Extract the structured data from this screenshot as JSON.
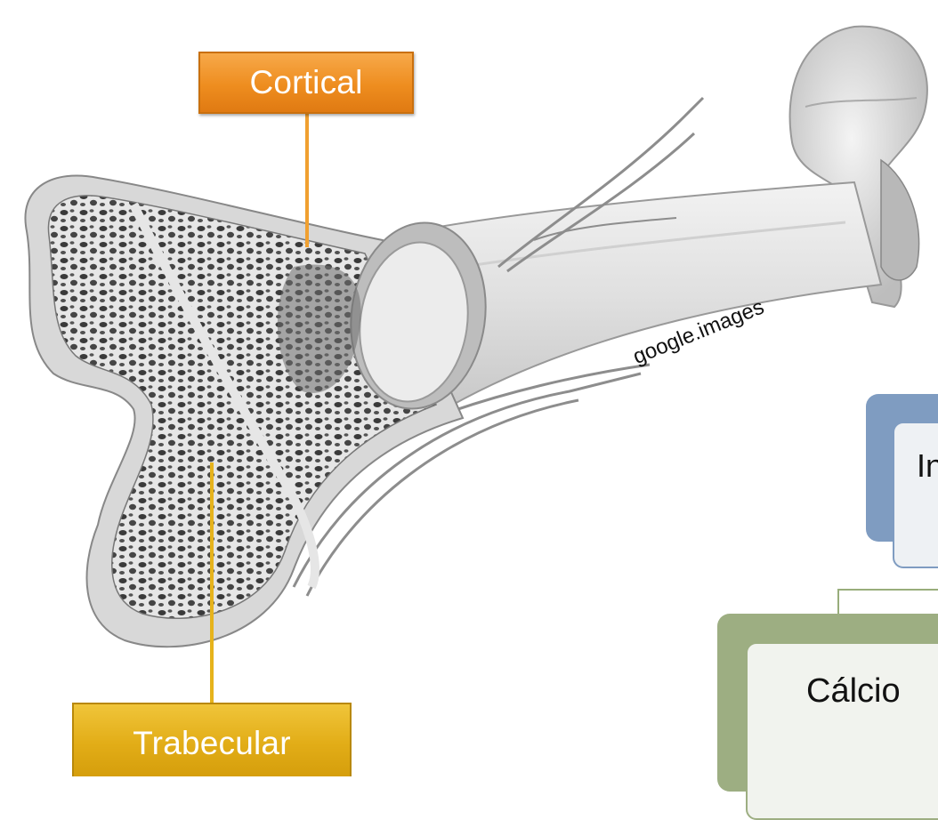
{
  "labels": {
    "cortical": "Cortical",
    "trabecular": "Trabecular"
  },
  "watermark": "google.images",
  "hierarchy": {
    "top_box_text": "In",
    "bottom_box_text": "Cálcio"
  },
  "colors": {
    "cortical_label": "#ee8d1f",
    "trabecular_label": "#e2ad17",
    "leader_line_orange": "#f0a030",
    "leader_line_yellow": "#e6b31c",
    "top_box_accent": "#7f9cc1",
    "bottom_box_accent": "#9dae82"
  }
}
